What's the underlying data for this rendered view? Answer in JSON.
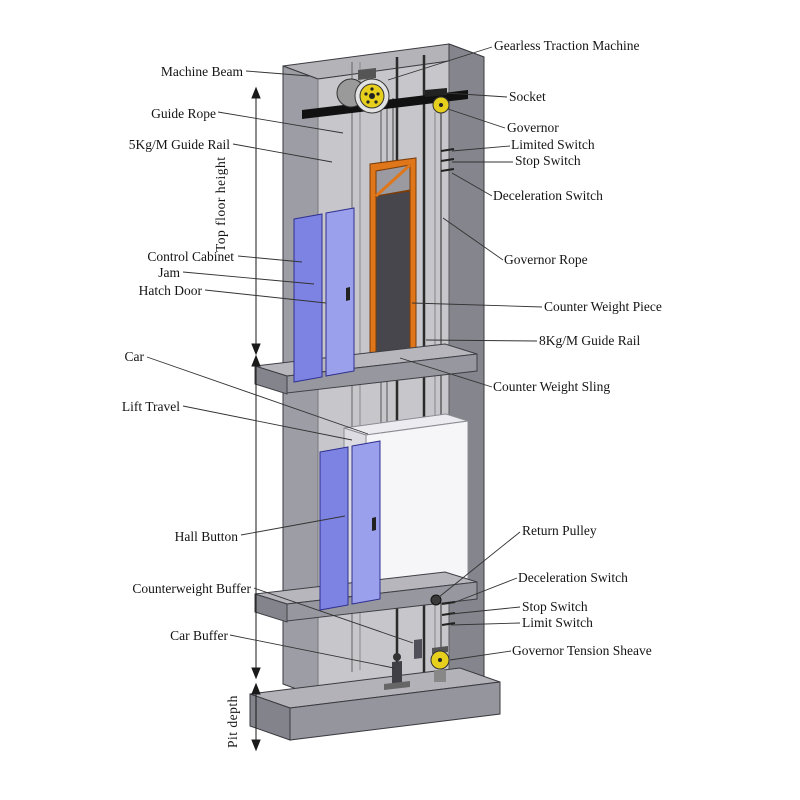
{
  "labels": {
    "left": {
      "machine_beam": "Machine Beam",
      "guide_rope": "Guide Rope",
      "guide_rail_5kg": "5Kg/M Guide Rail",
      "control_cabinet": "Control Cabinet",
      "jam": "Jam",
      "hatch_door": "Hatch Door",
      "car": "Car",
      "lift_travel": "Lift Travel",
      "hall_button": "Hall Button",
      "counterweight_buffer": "Counterweight Buffer",
      "car_buffer": "Car Buffer"
    },
    "right": {
      "gearless_traction_machine": "Gearless Traction Machine",
      "socket": "Socket",
      "governor": "Governor",
      "limited_switch": "Limited Switch",
      "stop_switch_top": "Stop Switch",
      "deceleration_switch_top": "Deceleration Switch",
      "governor_rope": "Governor Rope",
      "counter_weight_piece": "Counter Weight Piece",
      "guide_rail_8kg": "8Kg/M Guide Rail",
      "counter_weight_sling": "Counter Weight Sling",
      "return_pulley": "Return Pulley",
      "deceleration_switch_bottom": "Deceleration Switch",
      "stop_switch_bottom": "Stop Switch",
      "limit_switch": "Limit Switch",
      "governor_tension_sheave": "Governor Tension Sheave"
    },
    "dimensions": {
      "top_floor_height": "Top floor height",
      "pit_depth": "Pit depth"
    }
  },
  "colors": {
    "background": "#ffffff",
    "shaft_top": "#b3b3b8",
    "shaft_right_wall": "#85858d",
    "shaft_interior": "#c6c6cb",
    "shaft_left_wall": "#9d9da5",
    "slab_top": "#b6b6bc",
    "slab_front": "#97979f",
    "slab_end": "#84848c",
    "door_blue": "#7d83e3",
    "door_blue_light": "#9ba0ec",
    "counterweight_orange": "#e0761a",
    "weight_dark": "#46464c",
    "sheave_yellow": "#e6cf1d",
    "car_white": "#f6f6f8",
    "car_side": "#dcdce2",
    "leader_line": "#333333"
  }
}
